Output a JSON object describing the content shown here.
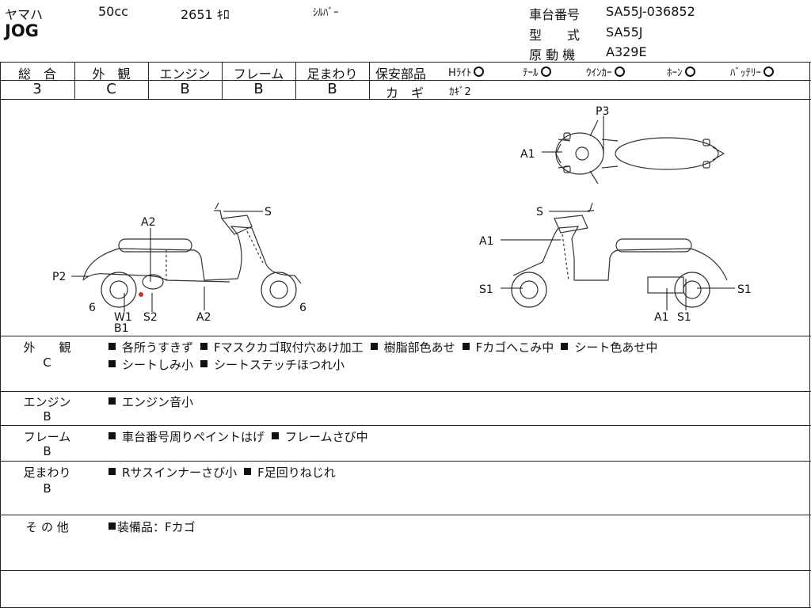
{
  "header": {
    "maker": "ヤマハ",
    "cc": "50cc",
    "mileage": "2651 ｷﾛ",
    "color": "ｼﾙﾊﾞｰ",
    "model": "JOG",
    "frame_no_label": "車台番号",
    "frame_no": "SA55J-036852",
    "type_label": "型　　式",
    "type": "SA55J",
    "engine_label": "原 動 機",
    "engine": "A329E"
  },
  "grades": {
    "labels": [
      "総　合",
      "外　観",
      "エンジン",
      "フレーム",
      "足まわり"
    ],
    "values": [
      "3",
      "C",
      "B",
      "B",
      "B"
    ]
  },
  "safety": {
    "label": "保安部品",
    "items": [
      {
        "name": "Hﾗｲﾄ",
        "ok": "O"
      },
      {
        "name": "ﾃｰﾙ",
        "ok": "O"
      },
      {
        "name": "ｳｲﾝｶｰ",
        "ok": "O"
      },
      {
        "name": "ﾎｰﾝ",
        "ok": "O"
      },
      {
        "name": "ﾊﾞｯﾃﾘｰ",
        "ok": "O"
      }
    ],
    "key_label": "カ　ギ",
    "key_value": "ｶｷﾞ2"
  },
  "diagram": {
    "left": [
      "S",
      "A2",
      "P2",
      "6",
      "W1",
      "B1",
      "S2",
      "A2",
      "6"
    ],
    "right": [
      "S",
      "A1",
      "S1",
      "A1",
      "S1",
      "S1"
    ],
    "top": [
      "P3",
      "A1"
    ]
  },
  "notes": [
    {
      "title": "外　　観",
      "grade": "C",
      "lines": [
        [
          "各所うすきず",
          "Fマスクカゴ取付穴あけ加工",
          "樹脂部色あせ",
          "Fカゴへこみ中",
          "シート色あせ中"
        ],
        [
          "シートしみ小",
          "シートステッチほつれ小"
        ]
      ]
    },
    {
      "title": "エンジン",
      "grade": "B",
      "lines": [
        [
          "エンジン音小"
        ]
      ]
    },
    {
      "title": "フレーム",
      "grade": "B",
      "lines": [
        [
          "車台番号周りペイントはげ",
          "フレームさび中"
        ]
      ]
    },
    {
      "title": "足まわり",
      "grade": "B",
      "lines": [
        [
          "Rサスインナーさび小",
          "F足回りねじれ"
        ]
      ]
    },
    {
      "title": "そ の 他",
      "grade": "",
      "lines": [
        [
          "装備品：Fカゴ"
        ]
      ]
    }
  ]
}
